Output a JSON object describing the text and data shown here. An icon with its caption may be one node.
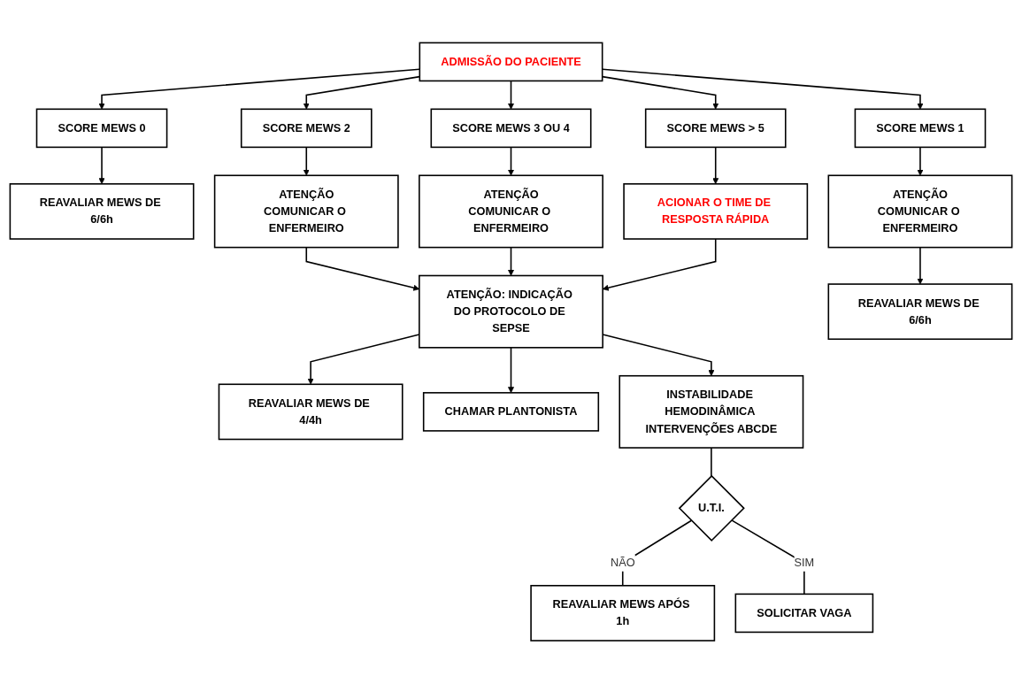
{
  "diagram": {
    "nodes": [
      {
        "text": [
          "ADMISSÃO DO PACIENTE"
        ]
      },
      {
        "text": [
          "SCORE MEWS 0"
        ]
      },
      {
        "text": [
          "SCORE MEWS 1"
        ]
      },
      {
        "text": [
          "SCORE MEWS 2"
        ]
      },
      {
        "text": [
          "SCORE MEWS 3 OU 4"
        ]
      },
      {
        "text": [
          "SCORE MEWS > 5"
        ]
      },
      {
        "text": [
          "REAVALIAR MEWS DE 6/6h"
        ]
      },
      {
        "text": [
          "ATENÇÃO",
          "COMUNICAR O ENFERMEIRO"
        ]
      },
      {
        "text": [
          "ATENÇÃO",
          "COMUNICAR O ENFERMEIRO"
        ]
      },
      {
        "text": [
          "ATENÇÃO",
          "COMUNICAR O ENFERMEIRO"
        ]
      },
      {
        "text": [
          "ACIONAR O TIME DE RESPOSTA RÁPIDA"
        ]
      },
      {
        "text": [
          "ATENÇÃO: INDICAÇÃO DO PROTOCOLO DE SEPSE"
        ]
      },
      {
        "text": [
          "REAVALIAR MEWS DE 6/6h"
        ]
      },
      {
        "text": [
          "REAVALIAR MEWS DE 4/4h"
        ]
      },
      {
        "text": [
          "CHAMAR PLANTONISTA"
        ]
      },
      {
        "text": [
          "INSTABILIDADE HEMODINÂMICA INTERVENÇÕES ABCDE"
        ]
      },
      {
        "text": [
          "U.T.I."
        ]
      },
      {
        "text": [
          "REAVALIAR MEWS APÓS 1h"
        ]
      },
      {
        "text": [
          "SOLICITAR VAGA"
        ]
      }
    ],
    "edges": [
      {
        "from": 0,
        "to": 1,
        "arrow": "to"
      },
      {
        "from": 0,
        "to": 2,
        "arrow": "to"
      },
      {
        "from": 0,
        "to": 3,
        "arrow": "to"
      },
      {
        "from": 0,
        "to": 4,
        "arrow": "to"
      },
      {
        "from": 0,
        "to": 5,
        "arrow": "to"
      },
      {
        "from": 1,
        "to": 6,
        "arrow": "to"
      },
      {
        "from": 2,
        "to": 7,
        "arrow": "to"
      },
      {
        "from": 3,
        "to": 8,
        "arrow": "to"
      },
      {
        "from": 4,
        "to": 9,
        "arrow": "to"
      },
      {
        "from": 5,
        "to": 10,
        "arrow": "to"
      },
      {
        "from": 7,
        "to": 12,
        "arrow": "to"
      },
      {
        "from": 8,
        "to": 11,
        "arrow": "to"
      },
      {
        "from": 9,
        "to": 11,
        "arrow": "to"
      },
      {
        "from": 10,
        "to": 11,
        "arrow": "to"
      },
      {
        "from": 11,
        "to": 13,
        "arrow": "to"
      },
      {
        "from": 11,
        "to": 14,
        "arrow": "to"
      },
      {
        "from": 11,
        "to": 15,
        "arrow": "to"
      },
      {
        "from": 15,
        "to": 16,
        "arrow": "none"
      },
      {
        "from": 16,
        "to": 17,
        "label": "NÃO",
        "arrow": "none"
      },
      {
        "from": 16,
        "to": 18,
        "label": "SIM",
        "arrow": "none"
      }
    ]
  }
}
